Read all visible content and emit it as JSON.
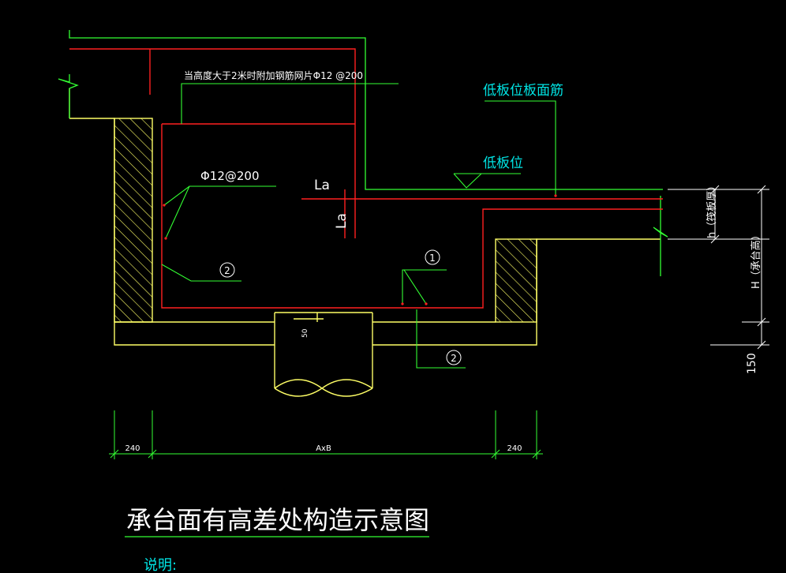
{
  "title": "承台面有高差处构造示意图",
  "note_label": "说明:",
  "annotations": {
    "extra_mesh": "当高度大于2米时附加钢筋网片Φ12 @200",
    "bar_spec": "Φ12@200",
    "la_h": "La",
    "la_v": "La",
    "low_slab_top_bar": "低板位板面筋",
    "low_slab_level": "低板位",
    "raft_thickness": "h（筏板厚）",
    "cap_height": "H（承台高）",
    "dim_150": "150",
    "pile_embed": "50"
  },
  "markers": {
    "m1": "1",
    "m2_left": "2",
    "m2_bottom": "2"
  },
  "dimensions": {
    "left": "240",
    "middle": "AxB",
    "right": "240"
  },
  "colors": {
    "background": "#000000",
    "concrete": "#ffff66",
    "rebar": "#ff2020",
    "leader": "#33ff33",
    "text": "#ffffff",
    "label_cyan": "#00e5e5",
    "hatch": "#ffff66"
  }
}
